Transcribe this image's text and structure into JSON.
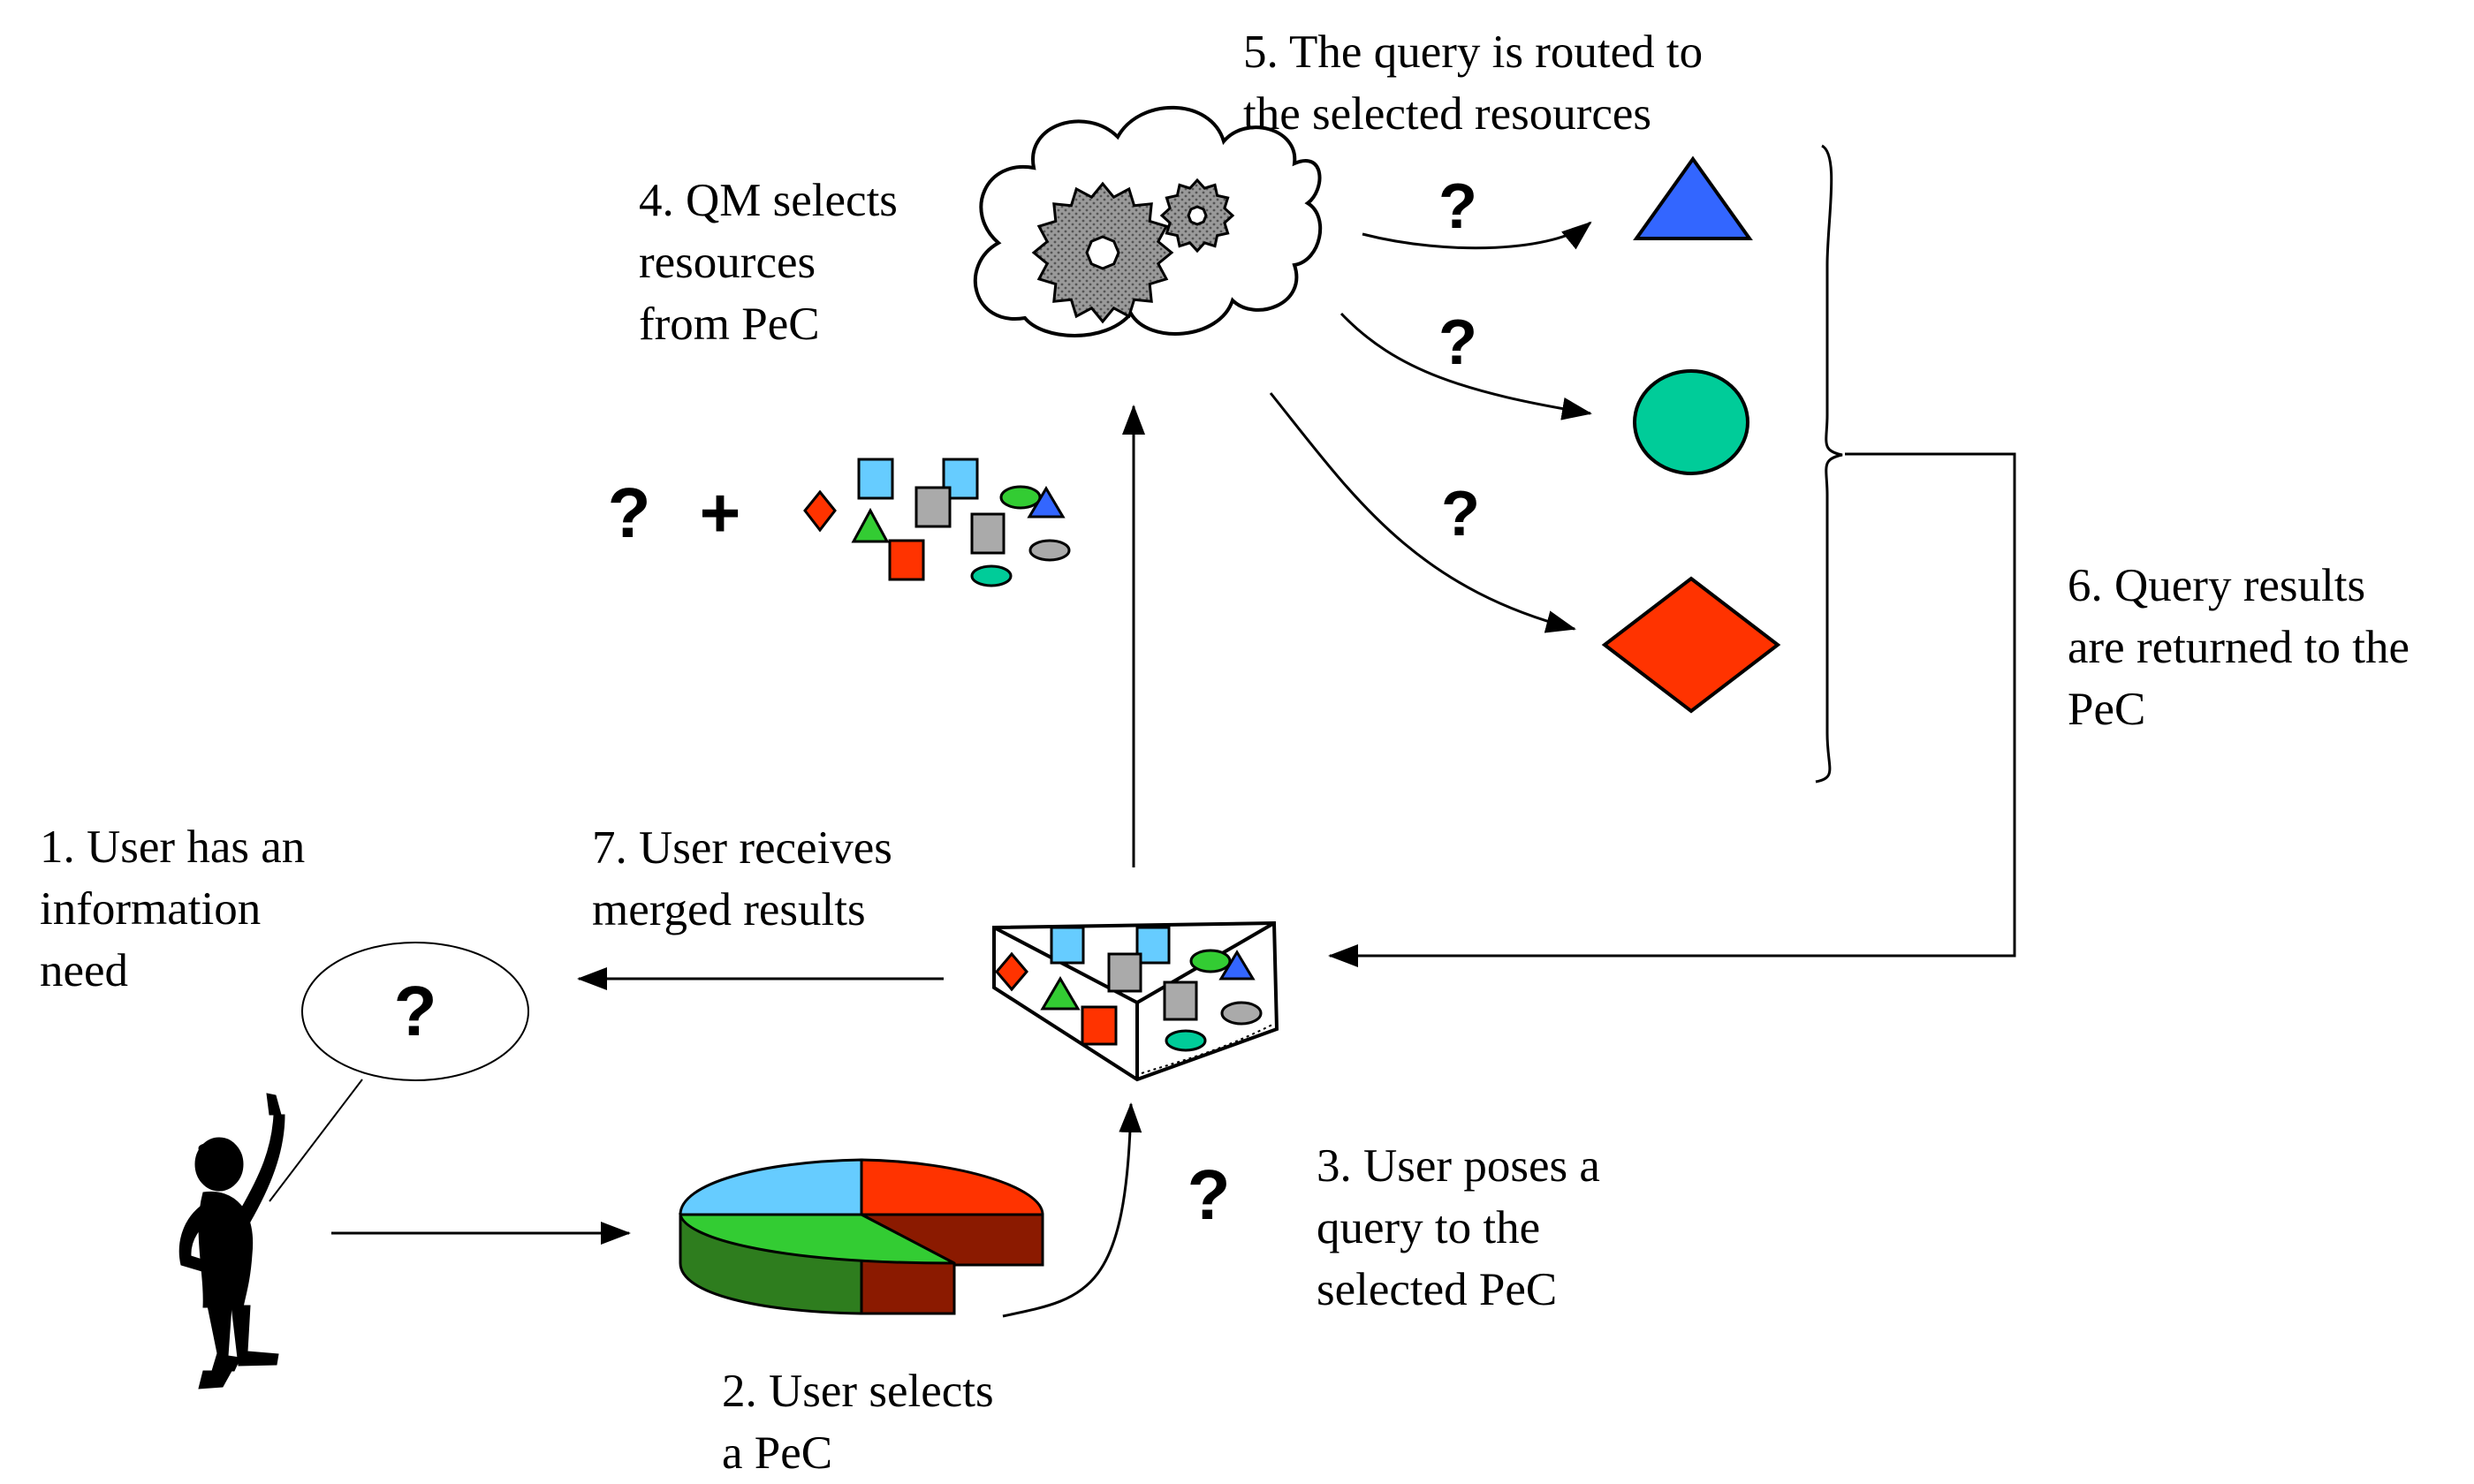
{
  "steps": {
    "step1": [
      "1. User has an",
      "information",
      "need"
    ],
    "step2": [
      "2. User selects",
      "a  PeC"
    ],
    "step3": [
      "3. User poses a",
      "query to the",
      "selected PeC"
    ],
    "step4": [
      "4. QM selects",
      "resources",
      "from PeC"
    ],
    "step5": [
      "5. The query is routed to",
      "the selected resources"
    ],
    "step6": [
      "6. Query results",
      "are returned to the",
      "PeC"
    ],
    "step7": [
      "7. User receives",
      "merged results"
    ]
  },
  "symbols": {
    "question": "?",
    "plus": "+"
  },
  "colors": {
    "blue": "#3366ff",
    "teal": "#00cc99",
    "red": "#ff3300",
    "light_blue": "#66ccff",
    "gray": "#aaaaaa",
    "green": "#33cc33",
    "dark_green": "#2e7d1e",
    "dark_red": "#8b1a00"
  }
}
